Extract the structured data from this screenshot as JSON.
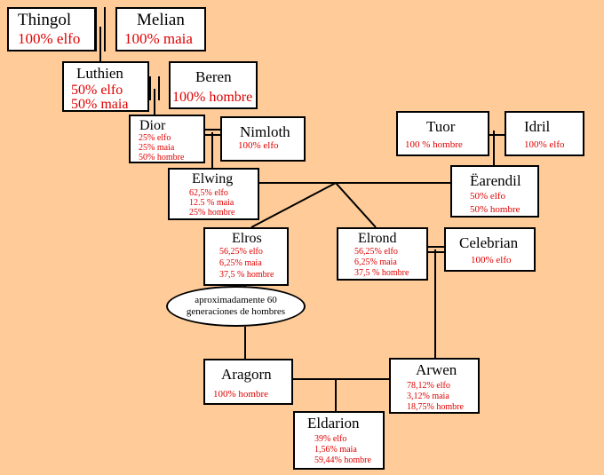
{
  "nodes": {
    "thingol": {
      "name": "Thingol",
      "lines": [
        "100% elfo"
      ]
    },
    "melian": {
      "name": "Melian",
      "lines": [
        "100% maia"
      ]
    },
    "luthien": {
      "name": "Luthien",
      "lines": [
        "50% elfo",
        "50% maia"
      ]
    },
    "beren": {
      "name": "Beren",
      "lines": [
        "100% hombre"
      ]
    },
    "dior": {
      "name": "Dior",
      "lines": [
        "25% elfo",
        "25% maia",
        "50% hombre"
      ]
    },
    "nimloth": {
      "name": "Nimloth",
      "lines": [
        "100% elfo"
      ]
    },
    "elwing": {
      "name": "Elwing",
      "lines": [
        "62,5% elfo",
        "12.5 % maia",
        "25% hombre"
      ]
    },
    "tuor": {
      "name": "Tuor",
      "lines": [
        "100 % hombre"
      ]
    },
    "idril": {
      "name": "Idril",
      "lines": [
        "100% elfo"
      ]
    },
    "earendil": {
      "name": "Ëarendil",
      "lines": [
        "50% elfo",
        "50% hombre"
      ]
    },
    "elros": {
      "name": "Elros",
      "lines": [
        "56,25% elfo",
        "6,25% maia",
        "37,5 % hombre"
      ]
    },
    "elrond": {
      "name": "Elrond",
      "lines": [
        "56,25% elfo",
        "6,25% maia",
        "37,5 % hombre"
      ]
    },
    "celebrian": {
      "name": "Celebrian",
      "lines": [
        "100% elfo"
      ]
    },
    "aragorn": {
      "name": "Aragorn",
      "lines": [
        "100% hombre"
      ]
    },
    "arwen": {
      "name": "Arwen",
      "lines": [
        "78,12% elfo",
        "3,12% maia",
        "18,75% hombre"
      ]
    },
    "eldarion": {
      "name": "Eldarion",
      "lines": [
        "39% elfo",
        "1,56% maia",
        "59,44% hombre"
      ]
    }
  },
  "generations_note": {
    "line1": "aproximadamente 60",
    "line2": "generaciones de hombres"
  },
  "colors": {
    "background": "#FFCC99",
    "percentage_text": "#e00000",
    "box": "#ffffff",
    "line": "#000000"
  }
}
